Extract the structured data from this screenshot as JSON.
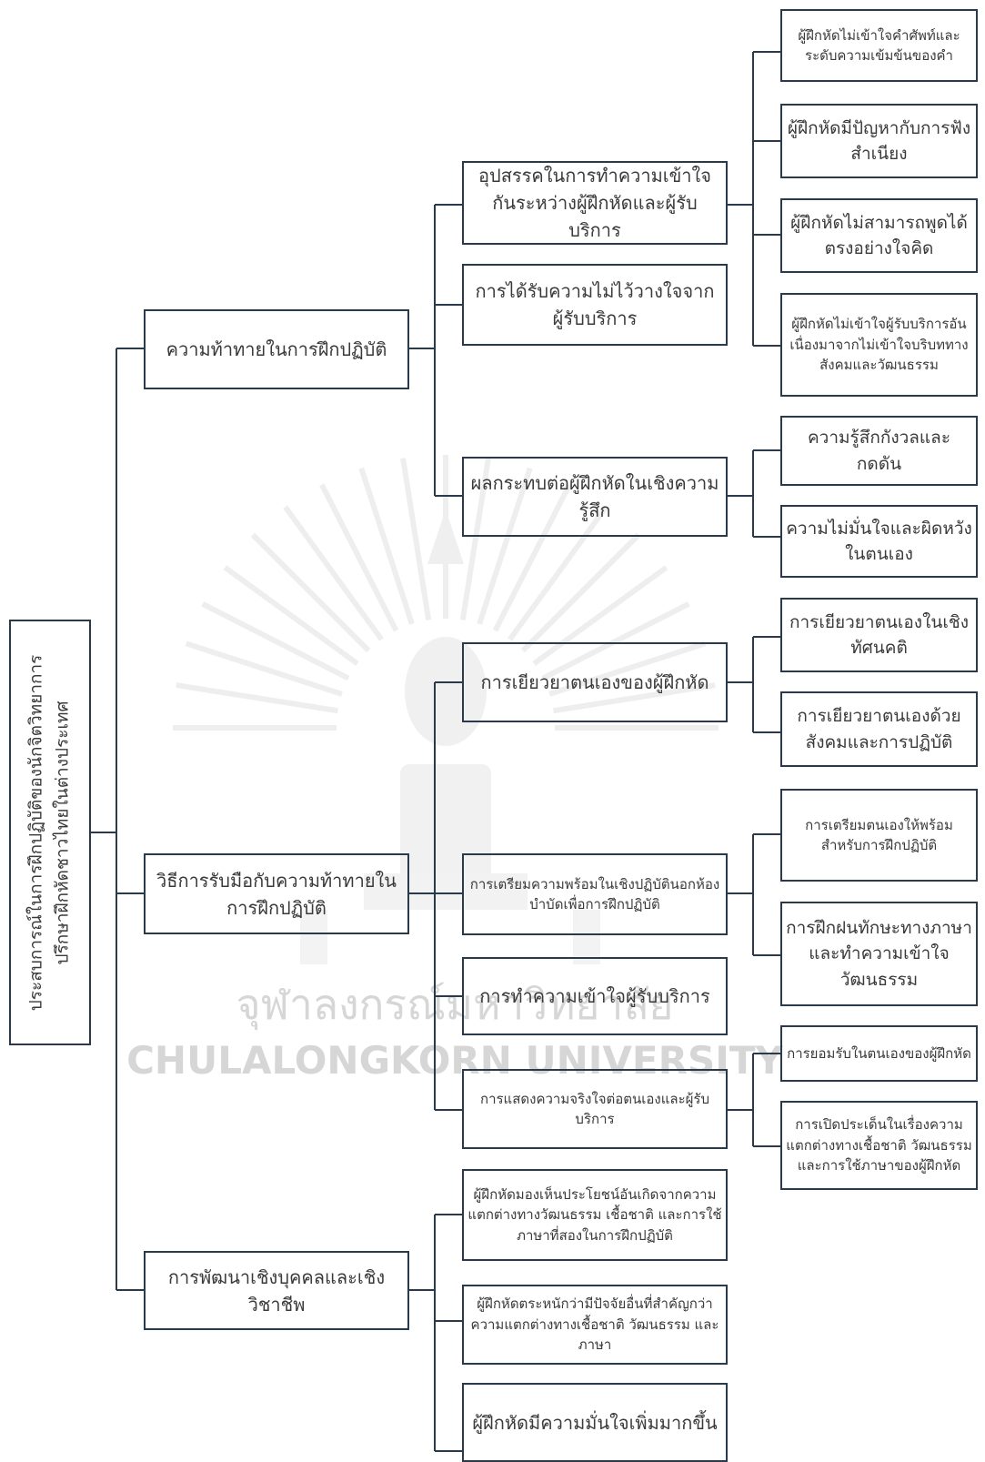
{
  "root": {
    "label": "ประสบการณ์ในการฝึกปฏิบัติของนักจิตวิทยาการปรึกษาฝึกหัดชาวไทยในต่างประเทศ"
  },
  "level1": {
    "challenges": "ความท้าทายในการฝึกปฏิบัติ",
    "coping": "วิธีการรับมือกับความท้าทายในการฝึกปฏิบัติ",
    "development": "การพัฒนาเชิงบุคคลและเชิงวิชาชีพ"
  },
  "level2": {
    "understanding_barrier": "อุปสรรคในการทำความเข้าใจกันระหว่างผู้ฝึกหัดและผู้รับบริการ",
    "distrust": "การได้รับความไม่ไว้วางใจจากผู้รับบริการ",
    "emotional_impact": "ผลกระทบต่อผู้ฝึกหัดในเชิงความรู้สึก",
    "self_healing": "การเยียวยาตนเองของผู้ฝึกหัด",
    "preparation": "การเตรียมความพร้อมในเชิงปฏิบัตินอกห้องบำบัดเพื่อการฝึกปฏิบัติ",
    "understanding_clients": "การทำความเข้าใจผู้รับบริการ",
    "sincerity": "การแสดงความจริงใจต่อตนเองและผู้รับบริการ",
    "benefit": "ผู้ฝึกหัดมองเห็นประโยชน์อันเกิดจากความแตกต่างทางวัฒนธรรม เชื้อชาติ และการใช้ภาษาที่สองในการฝึกปฏิบัติ",
    "other_factors": "ผู้ฝึกหัดตระหนักว่ามีปัจจัยอื่นที่สำคัญกว่าความแตกต่างทางเชื้อชาติ วัฒนธรรม และภาษา",
    "confidence": "ผู้ฝึกหัดมีความมั่นใจเพิ่มมากขึ้น"
  },
  "level3": {
    "terms": "ผู้ฝึกหัดไม่เข้าใจคำศัพท์และระดับความเข้มข้นของคำ",
    "accent": "ผู้ฝึกหัดมีปัญหากับการฟังสำเนียง",
    "speaking": "ผู้ฝึกหัดไม่สามารถพูดได้ตรงอย่างใจคิด",
    "context": "ผู้ฝึกหัดไม่เข้าใจผู้รับบริการอันเนื่องมาจากไม่เข้าใจบริบททางสังคมและวัฒนธรรม",
    "anxiety": "ความรู้สึกกังวลและกดดัน",
    "disappointment": "ความไม่มั่นใจและผิดหวังในตนเอง",
    "attitude_healing": "การเยียวยาตนเองในเชิงทัศนคติ",
    "social_healing": "การเยียวยาตนเองด้วยสังคมและการปฏิบัติ",
    "self_prep": "การเตรียมตนเองให้พร้อมสำหรับการฝึกปฏิบัติ",
    "language_skills": "การฝึกฝนทักษะทางภาษาและทำความเข้าใจวัฒนธรรม",
    "self_acceptance": "การยอมรับในตนเองของผู้ฝึกหัด",
    "open_discussion": "การเปิดประเด็นในเรื่องความแตกต่างทางเชื้อชาติ วัฒนธรรม และการใช้ภาษาของผู้ฝึกหัด"
  },
  "watermark": {
    "thai": "จุฬาลงกรณ์มหาวิทยาลัย",
    "english": "CHULALONGKORN UNIVERSITY"
  },
  "colors": {
    "line": "#2b3a4a",
    "text": "#3a3a3a",
    "watermark": "#d8d8d8"
  }
}
